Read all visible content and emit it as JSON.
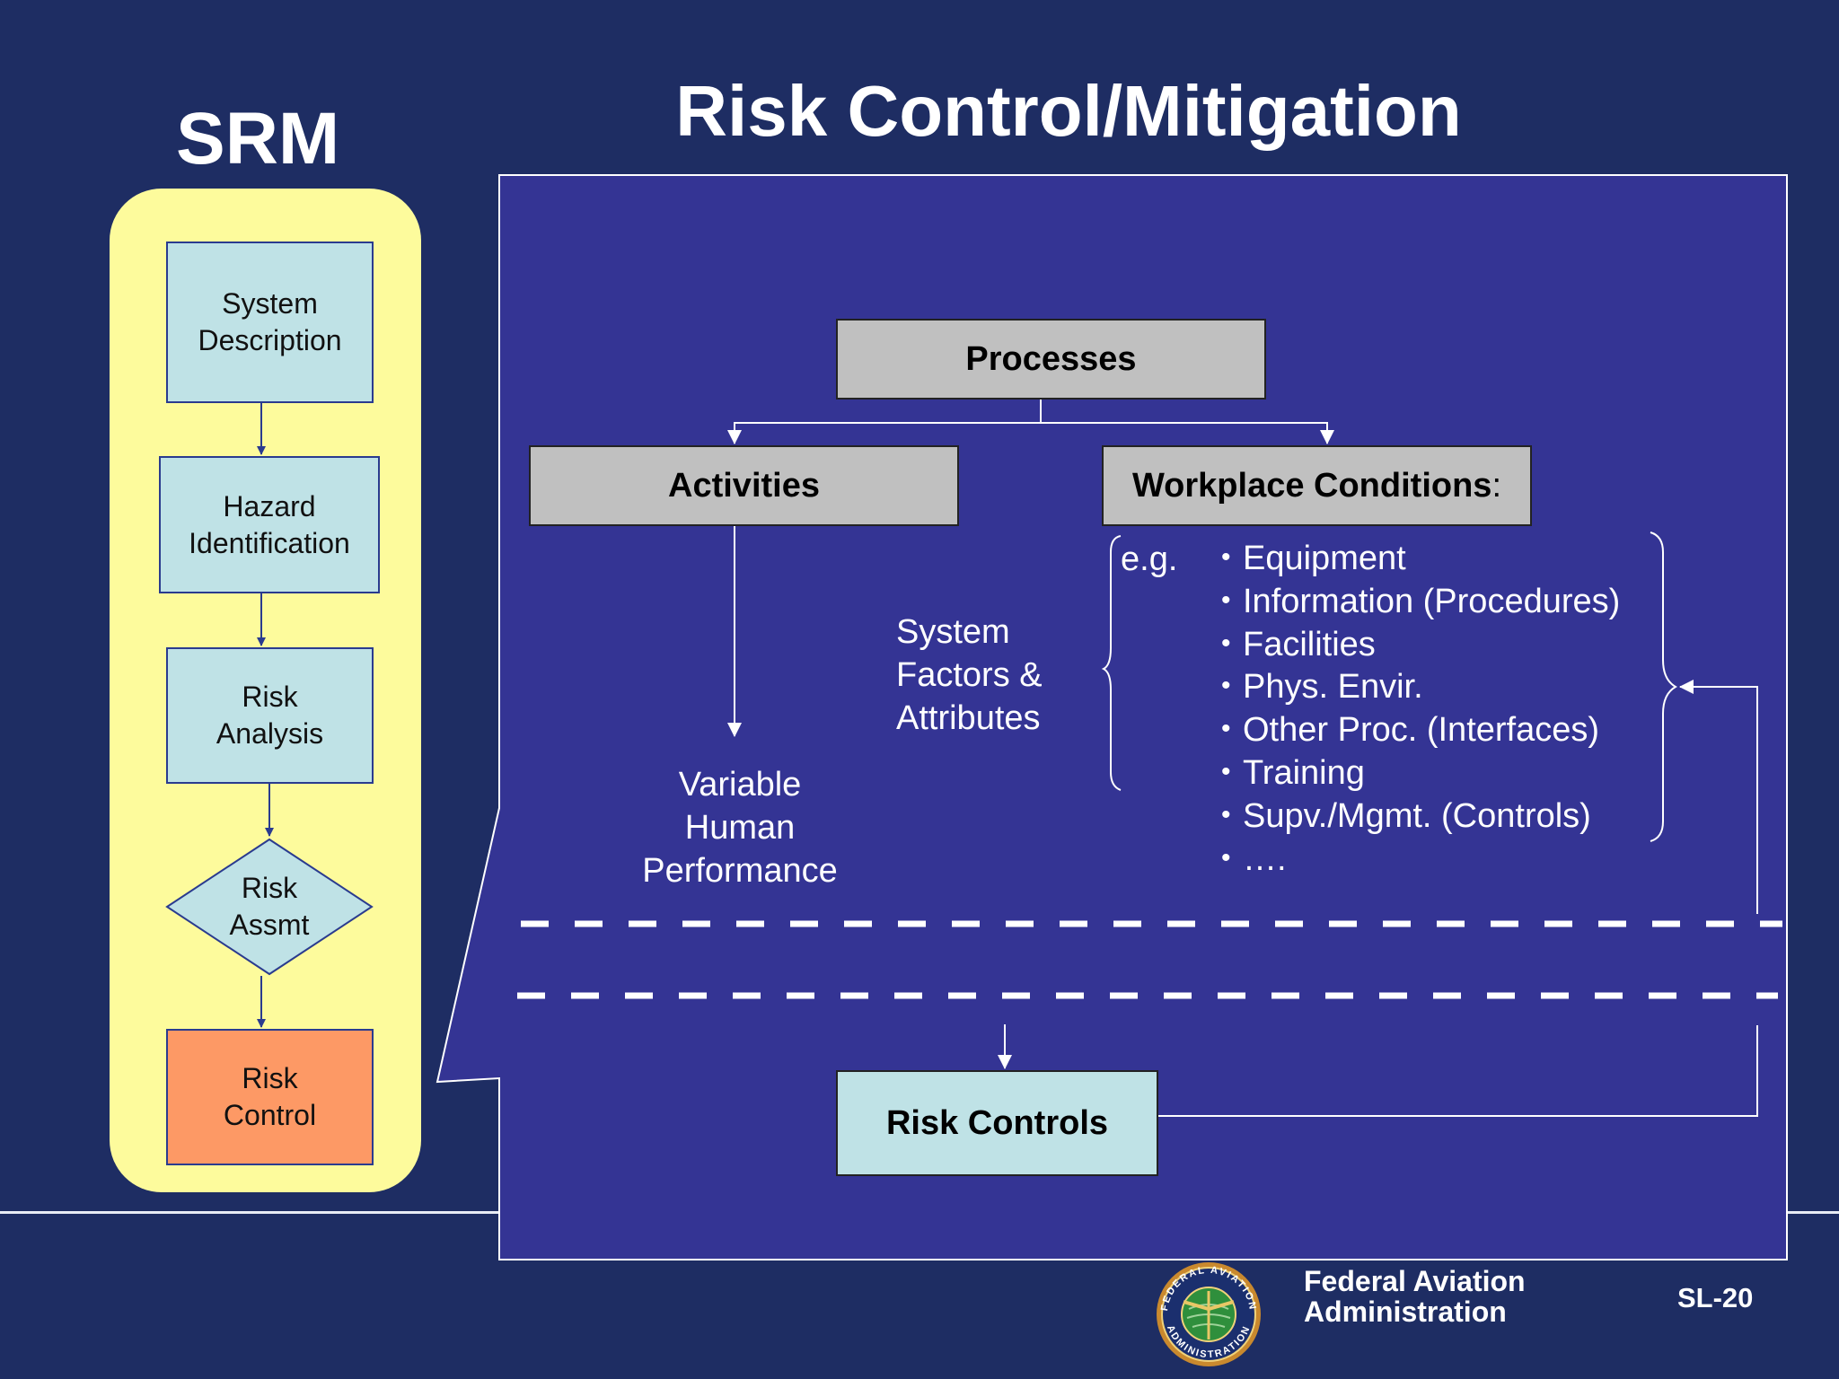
{
  "slide": {
    "title": "Risk Control/Mitigation",
    "number": "SL-20"
  },
  "srm": {
    "title": "SRM",
    "steps": [
      {
        "lines": [
          "System",
          "Description"
        ]
      },
      {
        "lines": [
          "Hazard",
          "Identification"
        ]
      },
      {
        "lines": [
          "Risk",
          "Analysis"
        ]
      },
      {
        "lines": [
          "Risk",
          "Assmt"
        ]
      },
      {
        "lines": [
          "Risk",
          "Control"
        ]
      }
    ]
  },
  "diagram": {
    "processes": "Processes",
    "activities": "Activities",
    "workplace": "Workplace Conditions",
    "workplace_colon": ":",
    "eg": "e.g.",
    "system_factors": [
      "System",
      "Factors &",
      "Attributes"
    ],
    "variable": [
      "Variable",
      "Human",
      "Performance"
    ],
    "conditions": [
      "Equipment",
      "Information (Procedures)",
      "Facilities",
      "Phys. Envir.",
      "Other Proc. (Interfaces)",
      "Training",
      "Supv./Mgmt. (Controls)",
      "…."
    ],
    "risk_controls": "Risk Controls"
  },
  "footer": {
    "agency": [
      "Federal Aviation",
      "Administration"
    ],
    "seal_text_top": "FEDERAL AVIATION",
    "seal_text_bottom": "ADMINISTRATION"
  },
  "colors": {
    "background": "#1e2d63",
    "panel": "#343494",
    "srm_panel": "#fdfb9c",
    "step_box": "#bfe2e6",
    "risk_control_box": "#fd9965",
    "node_gray": "#c0c0c0"
  }
}
